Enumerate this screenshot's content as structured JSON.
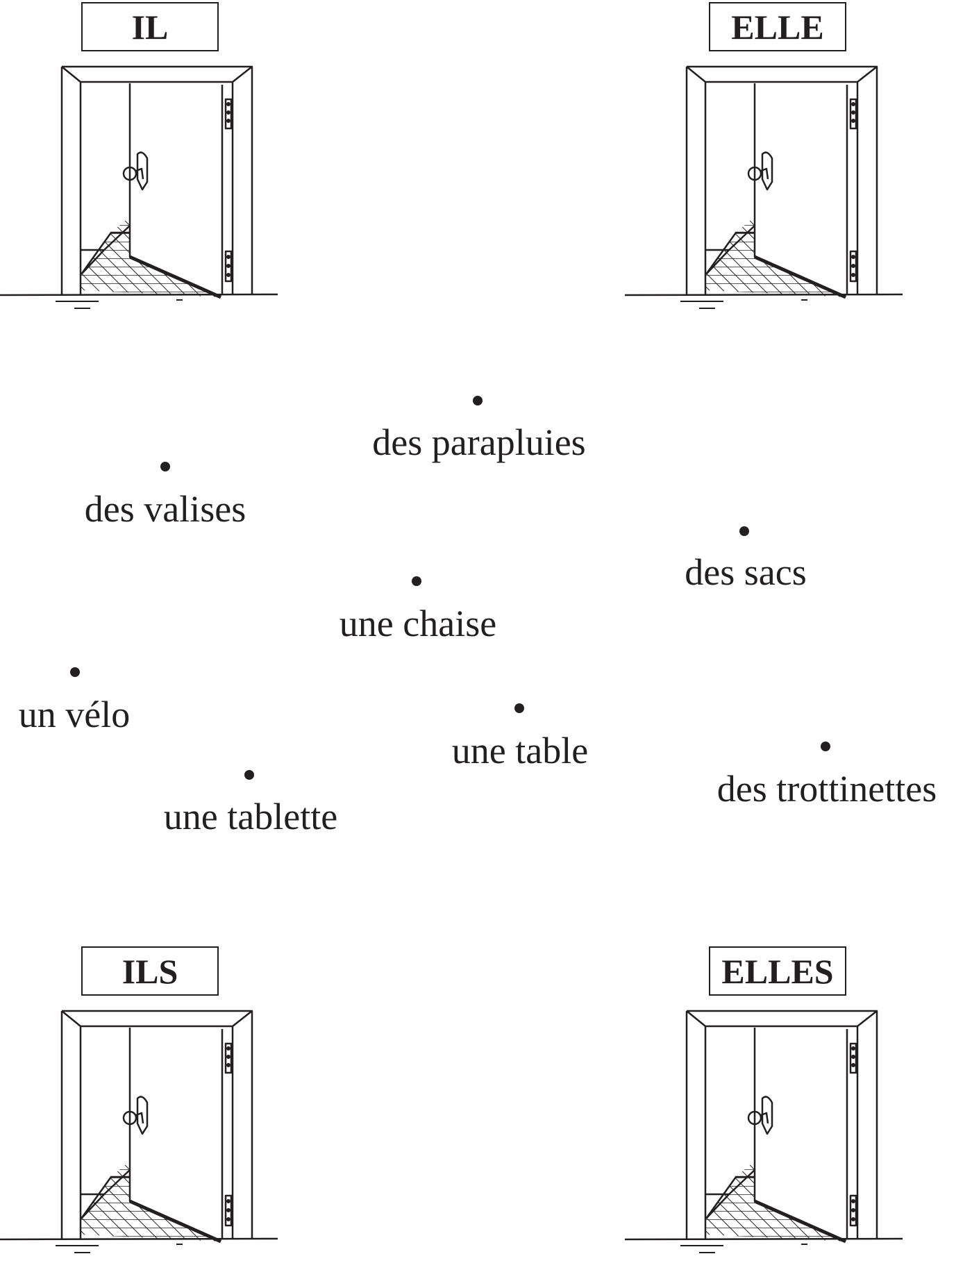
{
  "doors": [
    {
      "label": "IL"
    },
    {
      "label": "ELLE"
    },
    {
      "label": "ILS"
    },
    {
      "label": "ELLES"
    }
  ],
  "words": [
    "des parapluies",
    "des valises",
    "des sacs",
    "une chaise",
    "un vélo",
    "une table",
    "des trottinettes",
    "une tablette"
  ]
}
